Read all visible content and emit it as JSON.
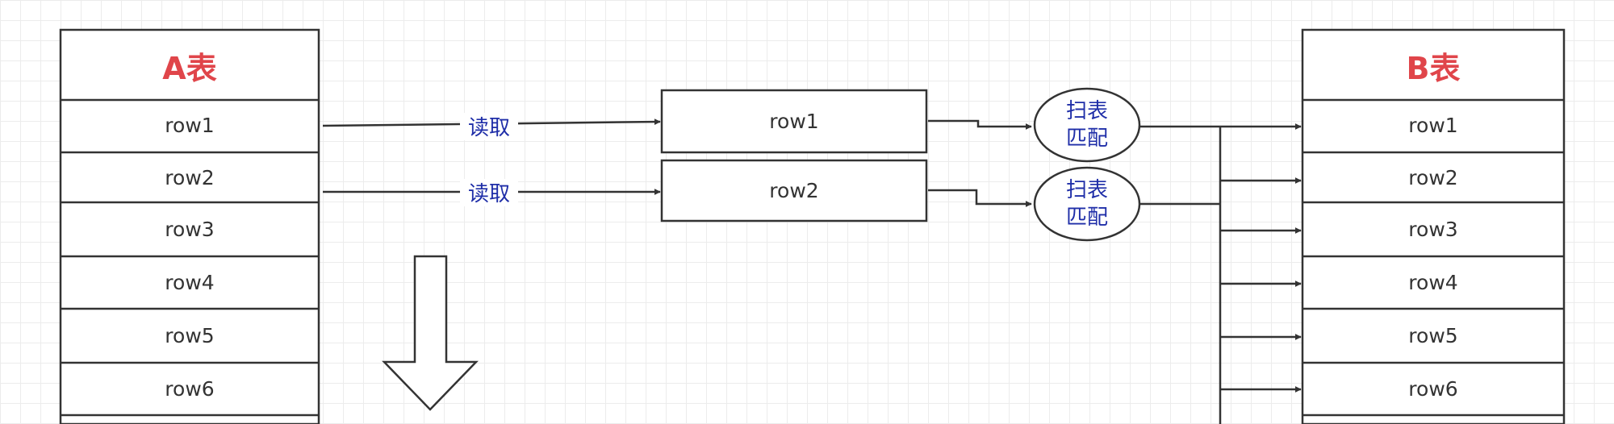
{
  "table_a": {
    "title": "A表",
    "rows": [
      "row1",
      "row2",
      "row3",
      "row4",
      "row5",
      "row6"
    ]
  },
  "table_b": {
    "title": "B表",
    "rows": [
      "row1",
      "row2",
      "row3",
      "row4",
      "row5",
      "row6"
    ]
  },
  "buffer": {
    "rows": [
      "row1",
      "row2"
    ]
  },
  "edges": {
    "read_label": "读取"
  },
  "match_nodes": [
    {
      "line1": "扫表",
      "line2": "匹配"
    },
    {
      "line1": "扫表",
      "line2": "匹配"
    }
  ],
  "colors": {
    "title": "#e0454a",
    "label": "#1f2ea8",
    "stroke": "#333333",
    "grid": "#ececec"
  },
  "icons": {
    "flow": "down-arrow-icon"
  }
}
